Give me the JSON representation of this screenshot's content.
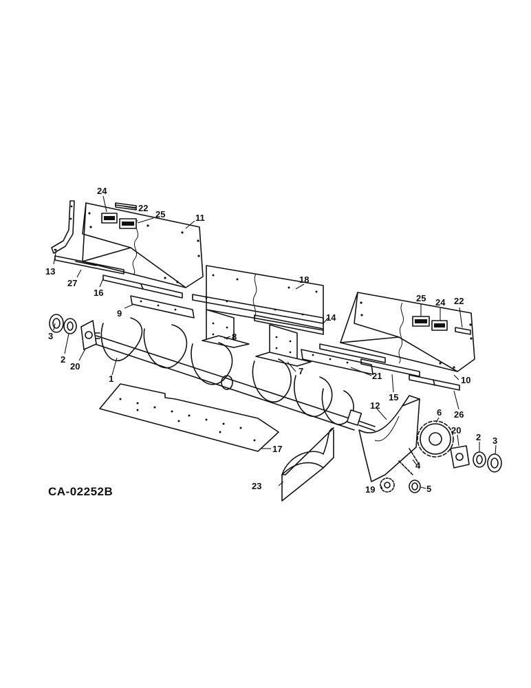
{
  "figure_code": "CA-02252B",
  "callouts": {
    "c1": "1",
    "c2a": "2",
    "c2b": "2",
    "c3a": "3",
    "c3b": "3",
    "c4": "4",
    "c5": "5",
    "c6": "6",
    "c7": "7",
    "c8": "8",
    "c9": "9",
    "c10": "10",
    "c11": "11",
    "c12": "12",
    "c13": "13",
    "c14": "14",
    "c15": "15",
    "c16": "16",
    "c17": "17",
    "c18": "18",
    "c19": "19",
    "c20a": "20",
    "c20b": "20",
    "c21": "21",
    "c22a": "22",
    "c22b": "22",
    "c23": "23",
    "c24a": "24",
    "c24b": "24",
    "c25a": "25",
    "c25b": "25",
    "c26": "26",
    "c27": "27"
  },
  "icons": [
    "auger-shaft-icon",
    "bearing-icon",
    "sprocket-icon",
    "flange-plate-icon",
    "trough-panel-icon"
  ]
}
